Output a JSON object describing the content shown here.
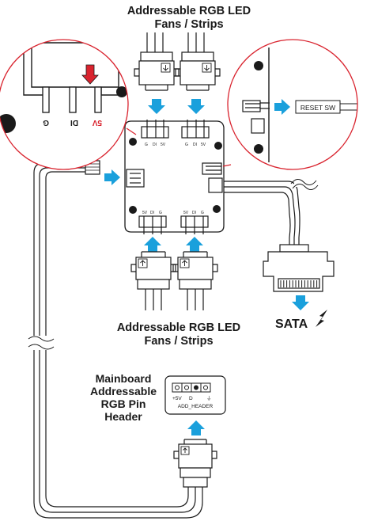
{
  "top_label": {
    "line1": "Addressable RGB LED",
    "line2": "Fans / Strips"
  },
  "bottom_label": {
    "line1": "Addressable RGB LED",
    "line2": "Fans / Strips"
  },
  "mainboard_label": {
    "line1": "Mainboard",
    "line2": "Addressable",
    "line3": "RGB Pin",
    "line4": "Header"
  },
  "header_pins": {
    "plus5v": "+5V",
    "d": "D",
    "gnd": "⏚",
    "name": "ADD_HEADER"
  },
  "sata_label": "SATA",
  "reset_label": "RESET SW",
  "zoom_left_pins": {
    "g": "G",
    "di": "DI",
    "v5": "5V"
  },
  "hub_pin_labels": {
    "g": "G",
    "di": "DI",
    "v5": "5V"
  },
  "colors": {
    "arrow": "#1aa0dc",
    "zoom_circle": "#d9232e",
    "down_arrow": "#d9232e",
    "line": "#1a1a1a"
  }
}
